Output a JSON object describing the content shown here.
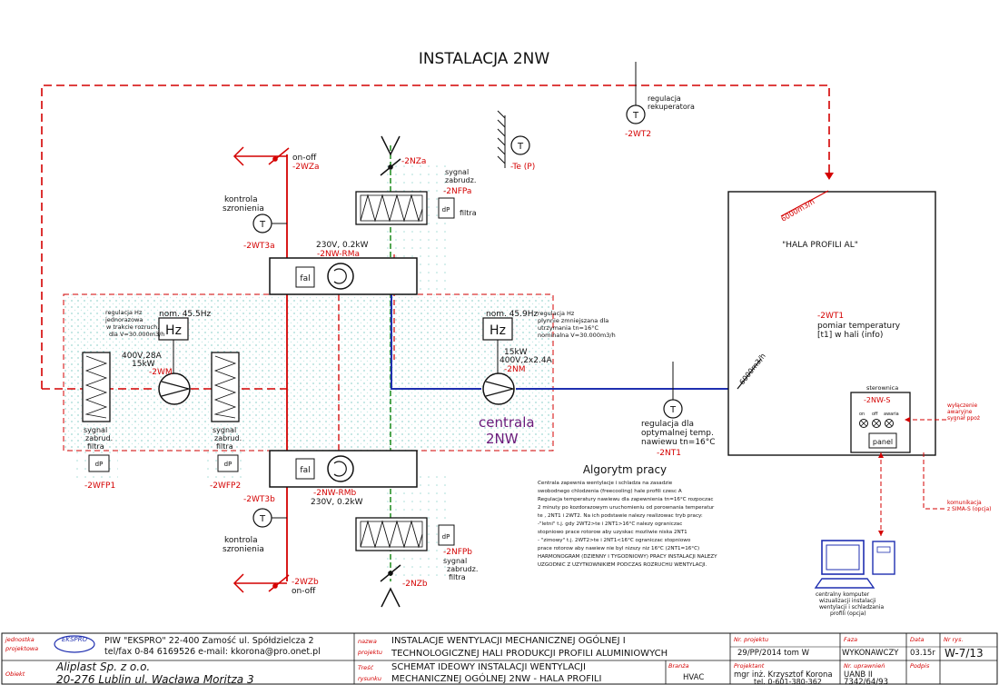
{
  "title": "INSTALACJA 2NW",
  "colors": {
    "red": "#d40000",
    "blue": "#1f2fb0",
    "green": "#1a8a1a",
    "purple": "#6b1a7a",
    "dots": "#b9e4e0",
    "black": "#111111"
  },
  "labels": {
    "regulacja_rekuperatora": [
      "regulacja",
      "rekuperatora"
    ],
    "wt2": "-2WT2",
    "te": "-Te (P)",
    "onoff_top": "on-off",
    "wza": "-2WZa",
    "nza": "-2NZa",
    "sygnal_top": [
      "sygnal",
      "zabrudz.",
      "filtra"
    ],
    "nfpa": "-2NFPa",
    "kontrola_top": [
      "kontrola",
      "szronienia"
    ],
    "wt3a": "-2WT3a",
    "rma_power": "230V, 0.2kW",
    "rma": "-2NW-RMa",
    "fal_top": "fal",
    "hala_profili": "\"HALA PROFILI AL\"",
    "flow_top": "6000m3/h",
    "flow_right": "6000m3/h",
    "wt1": "-2WT1",
    "pomiar": [
      "pomiar temperatury",
      "[t1] w hali (info)"
    ],
    "hz_left_nom": "nom. 45.5Hz",
    "hz_left_note": [
      "regulacja Hz",
      "jednorazowa",
      "w trakcie rozruch.",
      "dla V=30.000m3/h"
    ],
    "hz": "Hz",
    "wm_power": [
      "400V,28A",
      "15kW"
    ],
    "wm": "-2WM",
    "hz_right_nom": "nom. 45.9Hz",
    "hz_right_note": [
      "regulacja Hz",
      "plynnie zmniejszana dla",
      "utrzymania  tn=16°C",
      "nominalna  V=30.000m3/h"
    ],
    "nm_power": [
      "15kW",
      "400V,2x2.4A"
    ],
    "nm": "-2NM",
    "sterownica": "sterownica",
    "nws": "-2NW-S",
    "switch_labels": [
      "on",
      "off",
      "awaria"
    ],
    "panel": "panel",
    "wylaczenie": [
      "wyłączenie",
      "awaryjne",
      "sygnał ppoż"
    ],
    "komunikacja": [
      "komunikacja",
      "z SIMA-S (opcja)"
    ],
    "sygnal_wfp1": [
      "sygnal",
      "zabrud.",
      "filtra"
    ],
    "sygnal_wfp2": [
      "sygnal",
      "zabrud.",
      "filtra"
    ],
    "wfp1": "-2WFP1",
    "wfp2": "-2WFP2",
    "dp": "dP",
    "centrala": [
      "centrala",
      "2NW"
    ],
    "regulacja_nt1": [
      "regulacja dla",
      "optymalnej temp.",
      "nawiewu tn=16°C"
    ],
    "nt1": "-2NT1",
    "algorytm_title": "Algorytm pracy",
    "algorytm_text": [
      "Centrala zapewnia wentylacje i schladza na zasadzie",
      "swobodnego chlodzenia (freecooling) hale profili czesc A",
      "Regulacja temperatury nawiewu dla zapewnienia tn=16°C rozpoczac",
      "2 minuty po kozdorazowym uruchomieniu od porownania temperatur",
      "te , 2NT1 i 2WT2.  Na ich podstawie nalezy realizowac tryb pracy:",
      "-\"letni\"  t.j.  gdy  2WT2>te i  2NT1>16°C nalezy ograniczac",
      "  stopniowo  prace rotorow aby uzyskac mozliwie niska 2NT1",
      "- \"zimowy\" t.j.    2WT2>te i 2NT1<16°C ograniczac stopniowo",
      "  prace rotorow aby nawiew nie byl nizszy niz 16°C (2NT1=16°C)",
      "HARMONOGRAM (DZIENNY I TYGODNIOWY) PRACY INSTALACJI NALEZY",
      "UZGODNIC Z UZYTKOWNIKIEM PODCZAS ROZRUCHU WENTYLACJI."
    ],
    "fal_bottom": "fal",
    "rmb": "-2NW-RMb",
    "rmb_power": "230V, 0.2kW",
    "wt3b": "-2WT3b",
    "kontrola_bottom": [
      "kontrola",
      "szronienia"
    ],
    "nfpb": "-2NFPb",
    "sygnal_bottom": [
      "sygnal",
      "zabrudz.",
      "filtra"
    ],
    "wzb": "-2WZb",
    "onoff_bottom": "on-off",
    "nzb": "-2NZb",
    "komputer": [
      "centralny komputer",
      "wizualizacji instalacji",
      "wentylacji i schladzania",
      "profili (opcja)"
    ]
  },
  "title_block": {
    "jednostka_label": [
      "jednostka",
      "projektowa"
    ],
    "logo": "EKSPRO",
    "firm_line1": "PIW \"EKSPRO\" 22-400 Zamość ul. Spółdzielcza 2",
    "firm_line2": "tel/fax 0-84 6169526 e-mail: kkorona@pro.onet.pl",
    "obiekt_label": "Obiekt",
    "obiekt_line1": "Aliplast Sp. z o.o.",
    "obiekt_line2": "20-276 Lublin ul. Wacława Moritza 3",
    "nazwa_label": [
      "nazwa",
      "projektu"
    ],
    "nazwa_line1": "INSTALACJE WENTYLACJI  MECHANICZNEJ OGÓLNEJ  I",
    "nazwa_line2": "TECHNOLOGICZNEJ HALI PRODUKCJI PROFILI ALUMINIOWYCH",
    "tresc_label": [
      "Treść",
      "rysunku"
    ],
    "tresc_line1": "SCHEMAT IDEOWY INSTALACJI WENTYLACJI",
    "tresc_line2": "MECHANICZNEJ OGÓLNEJ 2NW - HALA  PROFILI",
    "nr_projektu_label": "Nr. projektu",
    "nr_projektu": "29/PP/2014   tom W",
    "branza_label": "Branża",
    "branza": "HVAC",
    "projektant_label": "Projektant",
    "projektant_line1": "mgr inż. Krzysztof Korona",
    "projektant_line2": "tel. 0-601-380-362",
    "faza_label": "Faza",
    "faza": "WYKONAWCZY",
    "nr_upr_label": "Nr. uprawnień",
    "nr_upr_line1": "UANB II",
    "nr_upr_line2": "7342/64/93",
    "data_label": "Data",
    "data": "03.15r",
    "nr_rys_label": "Nr rys.",
    "nr_rys": "W-7/13",
    "podpis_label": "Podpis"
  }
}
